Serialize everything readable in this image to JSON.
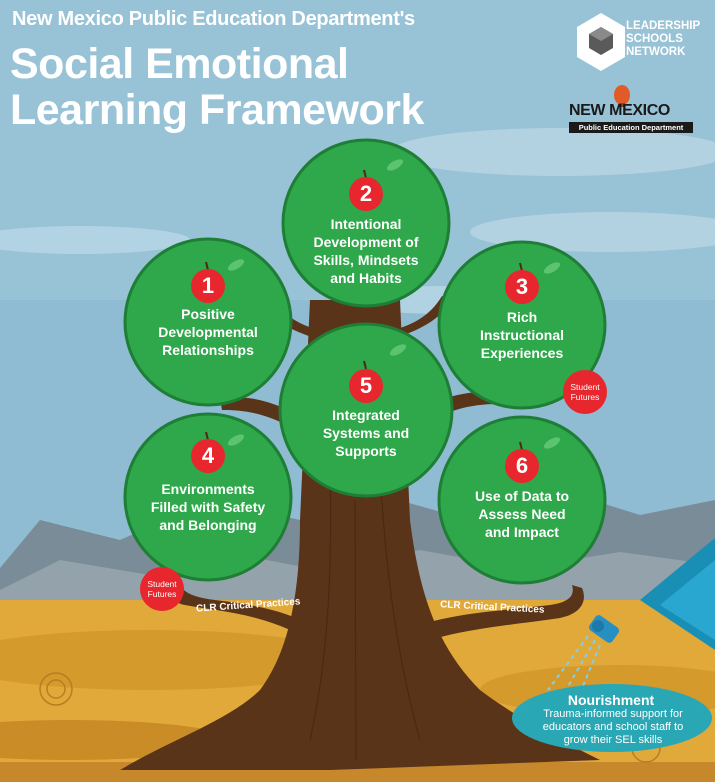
{
  "header": {
    "subtitle": "New Mexico Public Education Department's",
    "title_line1": "Social Emotional",
    "title_line2": "Learning Framework"
  },
  "logos": {
    "lsn_line1": "LEADERSHIP",
    "lsn_line2": "SCHOOLS",
    "lsn_line3": "NETWORK",
    "nm_title": "NEW MEXICO",
    "nm_subtitle": "Public Education Department"
  },
  "circles": [
    {
      "number": "1",
      "label_lines": [
        "Positive",
        "Developmental",
        "Relationships"
      ]
    },
    {
      "number": "2",
      "label_lines": [
        "Intentional",
        "Development of",
        "Skills, Mindsets",
        "and Habits"
      ]
    },
    {
      "number": "3",
      "label_lines": [
        "Rich",
        "Instructional",
        "Experiences"
      ]
    },
    {
      "number": "4",
      "label_lines": [
        "Environments",
        "Filled with Safety",
        "and Belonging"
      ]
    },
    {
      "number": "5",
      "label_lines": [
        "Integrated",
        "Systems and",
        "Supports"
      ]
    },
    {
      "number": "6",
      "label_lines": [
        "Use of Data to",
        "Assess Need",
        "and Impact"
      ]
    }
  ],
  "badges": {
    "student_futures_line1": "Student",
    "student_futures_line2": "Futures"
  },
  "roots": {
    "left_label": "CLR Critical Practices",
    "right_label": "CLR Critical Practices"
  },
  "nourishment": {
    "title": "Nourishment",
    "line1": "Trauma-informed support for",
    "line2": "educators and school staff to",
    "line3": "grow their SEL skills"
  },
  "colors": {
    "sky": "#8fbcd2",
    "tree_green": "#2ea84a",
    "trunk": "#5a3418",
    "apple_red": "#e8262d",
    "ground": "#e1a93a",
    "nourish_bubble": "#2aa7b4"
  }
}
